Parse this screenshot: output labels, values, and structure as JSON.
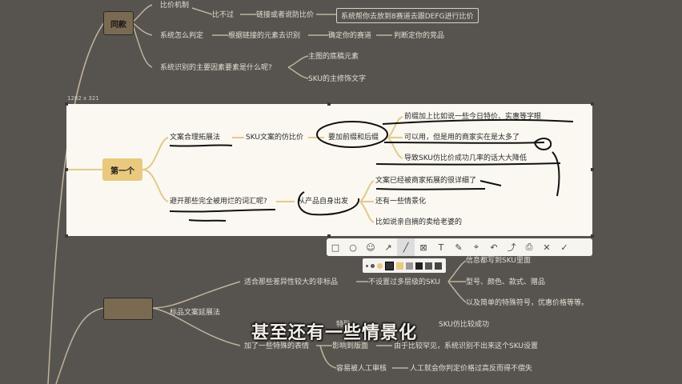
{
  "top": {
    "node_label": "同款",
    "compare": "比价机制",
    "not_enough": "比不过",
    "link_or_anti": "链接或者说防比价",
    "system_help": "系统帮你去放到8赛道去跟DEFG进行比价",
    "how_judge": "系统怎么判定",
    "by_elements": "根据链接的元素去识别",
    "your_track": "确定你的赛道",
    "your_item": "判断定你的竞品",
    "main_factor": "系统识别的主要因素要素是什么呢?",
    "main_img": "主图的底稿元素",
    "sku_text": "SKU的主修饰文字"
  },
  "selection": {
    "size_label": "1282 x 321",
    "first": "第一个",
    "copy_expand": "文案合理拓展法",
    "sku_copy": "SKU文案的仿比价",
    "prefix_suffix": "要加前缀和后缀",
    "r1": "前缀加上比如说一些今日特价、实惠等字眼",
    "r2": "可以用，但是用的商家实在是太多了",
    "r3": "导致SKU仿比价成功几率的话大大降低",
    "avoid": "避开那些完全被用烂的词汇呢?",
    "from_product": "从产品自身出发",
    "r4": "文案已经被商家拓展的很详细了",
    "r5": "还有一些情景化",
    "r6": "比如说亲自摘的卖给老婆的"
  },
  "bottom": {
    "standard": "标品文案延展法",
    "fit": "适合那些差异性较大的非标品",
    "no_multi": "不设置过多层级的SKU",
    "info": "信息都写到SKU里面",
    "spec": "型号、颜色、款式、赠品",
    "simple": "以及简单的特殊符号，优惠价格等等。",
    "special": "特殊",
    "sku_success": "SKU仿比较成功",
    "add_special": "加了一些特殊的表情",
    "affect": "影响到版面",
    "rare": "由于比较罕见，系统识别不出来这个SKU设置",
    "manual": "容易被人工审核",
    "manual_result": "人工就会你判定价格过高反而得不偿失"
  },
  "subtitle": "甚至还有一些情景化",
  "toolbar": {
    "icons": [
      "rect-icon",
      "circle-icon",
      "emoji-icon",
      "arrow-icon",
      "pen-icon",
      "mosaic-icon",
      "text-icon",
      "marker-icon",
      "pin-icon",
      "undo-icon",
      "share-icon",
      "save-icon",
      "close-icon",
      "confirm-icon"
    ],
    "glyphs": [
      "□",
      "○",
      "☺",
      "↗",
      "╱",
      "⊠",
      "T",
      "✎",
      "⌖",
      "↶",
      "⤴",
      "⎙",
      "✕",
      "✓"
    ]
  },
  "colors": {
    "accent": "#e8c97e",
    "node_bg": "#7a6a52",
    "selection_bg": "#fbf8f1"
  }
}
